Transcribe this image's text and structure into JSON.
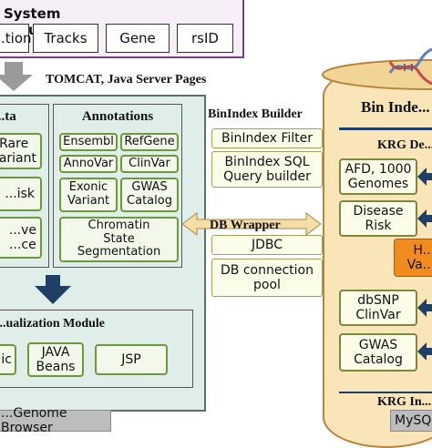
{
  "system_inputs": {
    "title": "System Inputs",
    "items": [
      "...tion",
      "Tracks",
      "Gene",
      "rsID"
    ]
  },
  "tomcat_label": "TOMCAT, Java Server Pages",
  "data_panel": {
    "title": "...ta",
    "items": [
      "Rare\nVariant",
      "...isk",
      "...ve\n...ce"
    ]
  },
  "annotations_panel": {
    "title": "Annotations",
    "items": [
      "Ensembl",
      "RefGene",
      "AnnoVar",
      "ClinVar",
      "Exonic\nVariant",
      "GWAS\nCatalog",
      "Chromatin\nState\nSegmentation"
    ]
  },
  "visualization_module": {
    "title": "...ualization Module",
    "items": [
      "...ic",
      "JAVA\nBeans",
      "JSP"
    ]
  },
  "genome_browser_label": "...Genome Browser",
  "middle": {
    "binindex_builder_title": "BinIndex Builder",
    "binindex_filter": "BinIndex Filter",
    "binindex_sql": "BinIndex SQL\nQuery builder",
    "db_wrapper_title": "DB Wrapper",
    "jdbc": "JDBC",
    "db_connection_pool": "DB connection\npool"
  },
  "database": {
    "title": "Bin Inde...",
    "krg_top": "KRG De...",
    "items": [
      "AFD, 1000\nGenomes",
      "Disease\nRisk",
      "dbSNP\nClinVar",
      "GWAS\nCatalog"
    ],
    "orange_item": "H...\nVa...",
    "krg_bottom": "KRG In...",
    "mysql_label": "MySQ..."
  },
  "colors": {
    "input_panel_border": "#7b3f86",
    "input_panel_bg": "#f7eff8",
    "browser_panel_bg": "#dfeee9",
    "cylinder_bg": "#f9e5b8",
    "cylinder_border": "#b7843d",
    "orange_box": "#f08c1e",
    "arrow_blue": "#1f3f66",
    "arrow_gray": "#9a9a9a"
  }
}
